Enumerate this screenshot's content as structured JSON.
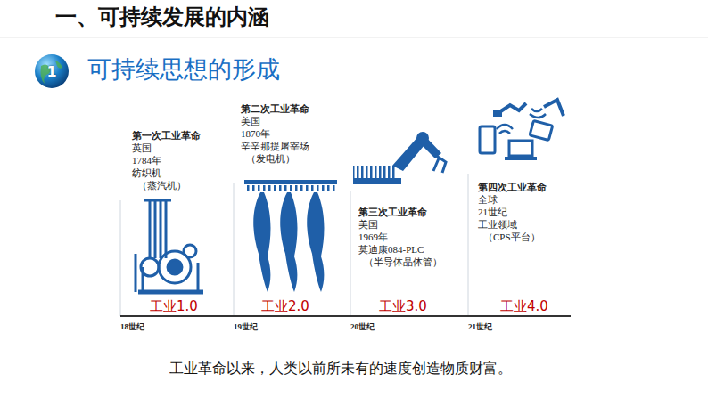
{
  "diagram": {
    "title": "一、可持续发展的内涵",
    "caption": "工业革命以来，人类以前所未有的速度创造物质财富。",
    "nodes": [
      {
        "text": [
          "1"
        ]
      }
    ],
    "labels": [
      "可持续思想的形成",
      "第一次工业革命",
      "英国",
      "1784年",
      "纺织机",
      "（蒸汽机）",
      "第二次工业革命",
      "美国",
      "1870年",
      "辛辛那提屠宰场",
      "（发电机）",
      "第三次工业革命",
      "美国",
      "1969年",
      "莫迪康084-PLC",
      "（半导体晶体管）",
      "第四次工业革命",
      "全球",
      "21世纪",
      "工业领域",
      "（CPS平台）",
      "工业1.0",
      "工业2.0",
      "工业3.0",
      "工业4.0",
      "18世纪",
      "19世纪",
      "20世纪",
      "21世纪"
    ]
  }
}
